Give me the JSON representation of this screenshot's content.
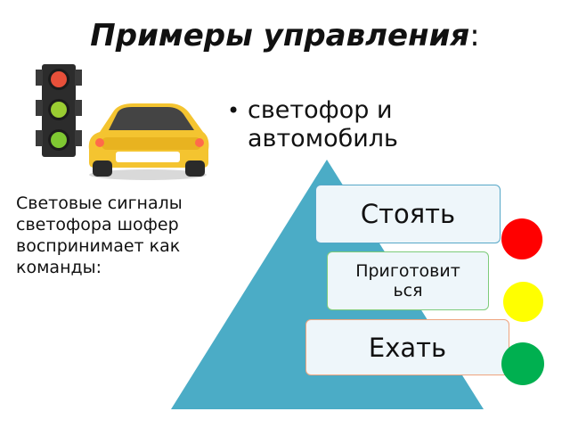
{
  "title": {
    "main": "Примеры управления",
    "suffix": ":"
  },
  "bullets": [
    {
      "lines": [
        "светофор и",
        "автомобиль"
      ]
    }
  ],
  "side_text": {
    "lines": [
      "Световые сигналы",
      "светофора шофер",
      "воспринимает как",
      "команды:"
    ]
  },
  "pyramid": {
    "levels": [
      {
        "label": "Стоять"
      },
      {
        "label_lines": [
          "Приготовит",
          "ься"
        ]
      },
      {
        "label": "Ехать"
      }
    ],
    "fill_color": "#4bacc6"
  },
  "signal_lights": [
    {
      "color_name": "red",
      "color": "#ff0000"
    },
    {
      "color_name": "yellow",
      "color": "#ffff00"
    },
    {
      "color_name": "green",
      "color": "#00b050"
    }
  ],
  "icons": [
    "traffic-light-icon",
    "car-icon",
    "bullet-dot-icon"
  ]
}
